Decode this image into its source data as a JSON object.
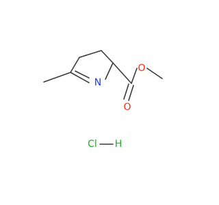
{
  "molecule": {
    "atoms": {
      "nitrogen": {
        "symbol": "N",
        "color": "#1f3aff"
      },
      "carbonyl_oxygen": {
        "symbol": "O",
        "color": "#ff2a12"
      },
      "ester_oxygen": {
        "symbol": "O",
        "color": "#ff2a12"
      },
      "chlorine": {
        "symbol": "Cl",
        "color": "#18b51f"
      },
      "hydrogen": {
        "symbol": "H",
        "color": "#18b51f"
      }
    },
    "bond_color": "#3a3a3a"
  }
}
